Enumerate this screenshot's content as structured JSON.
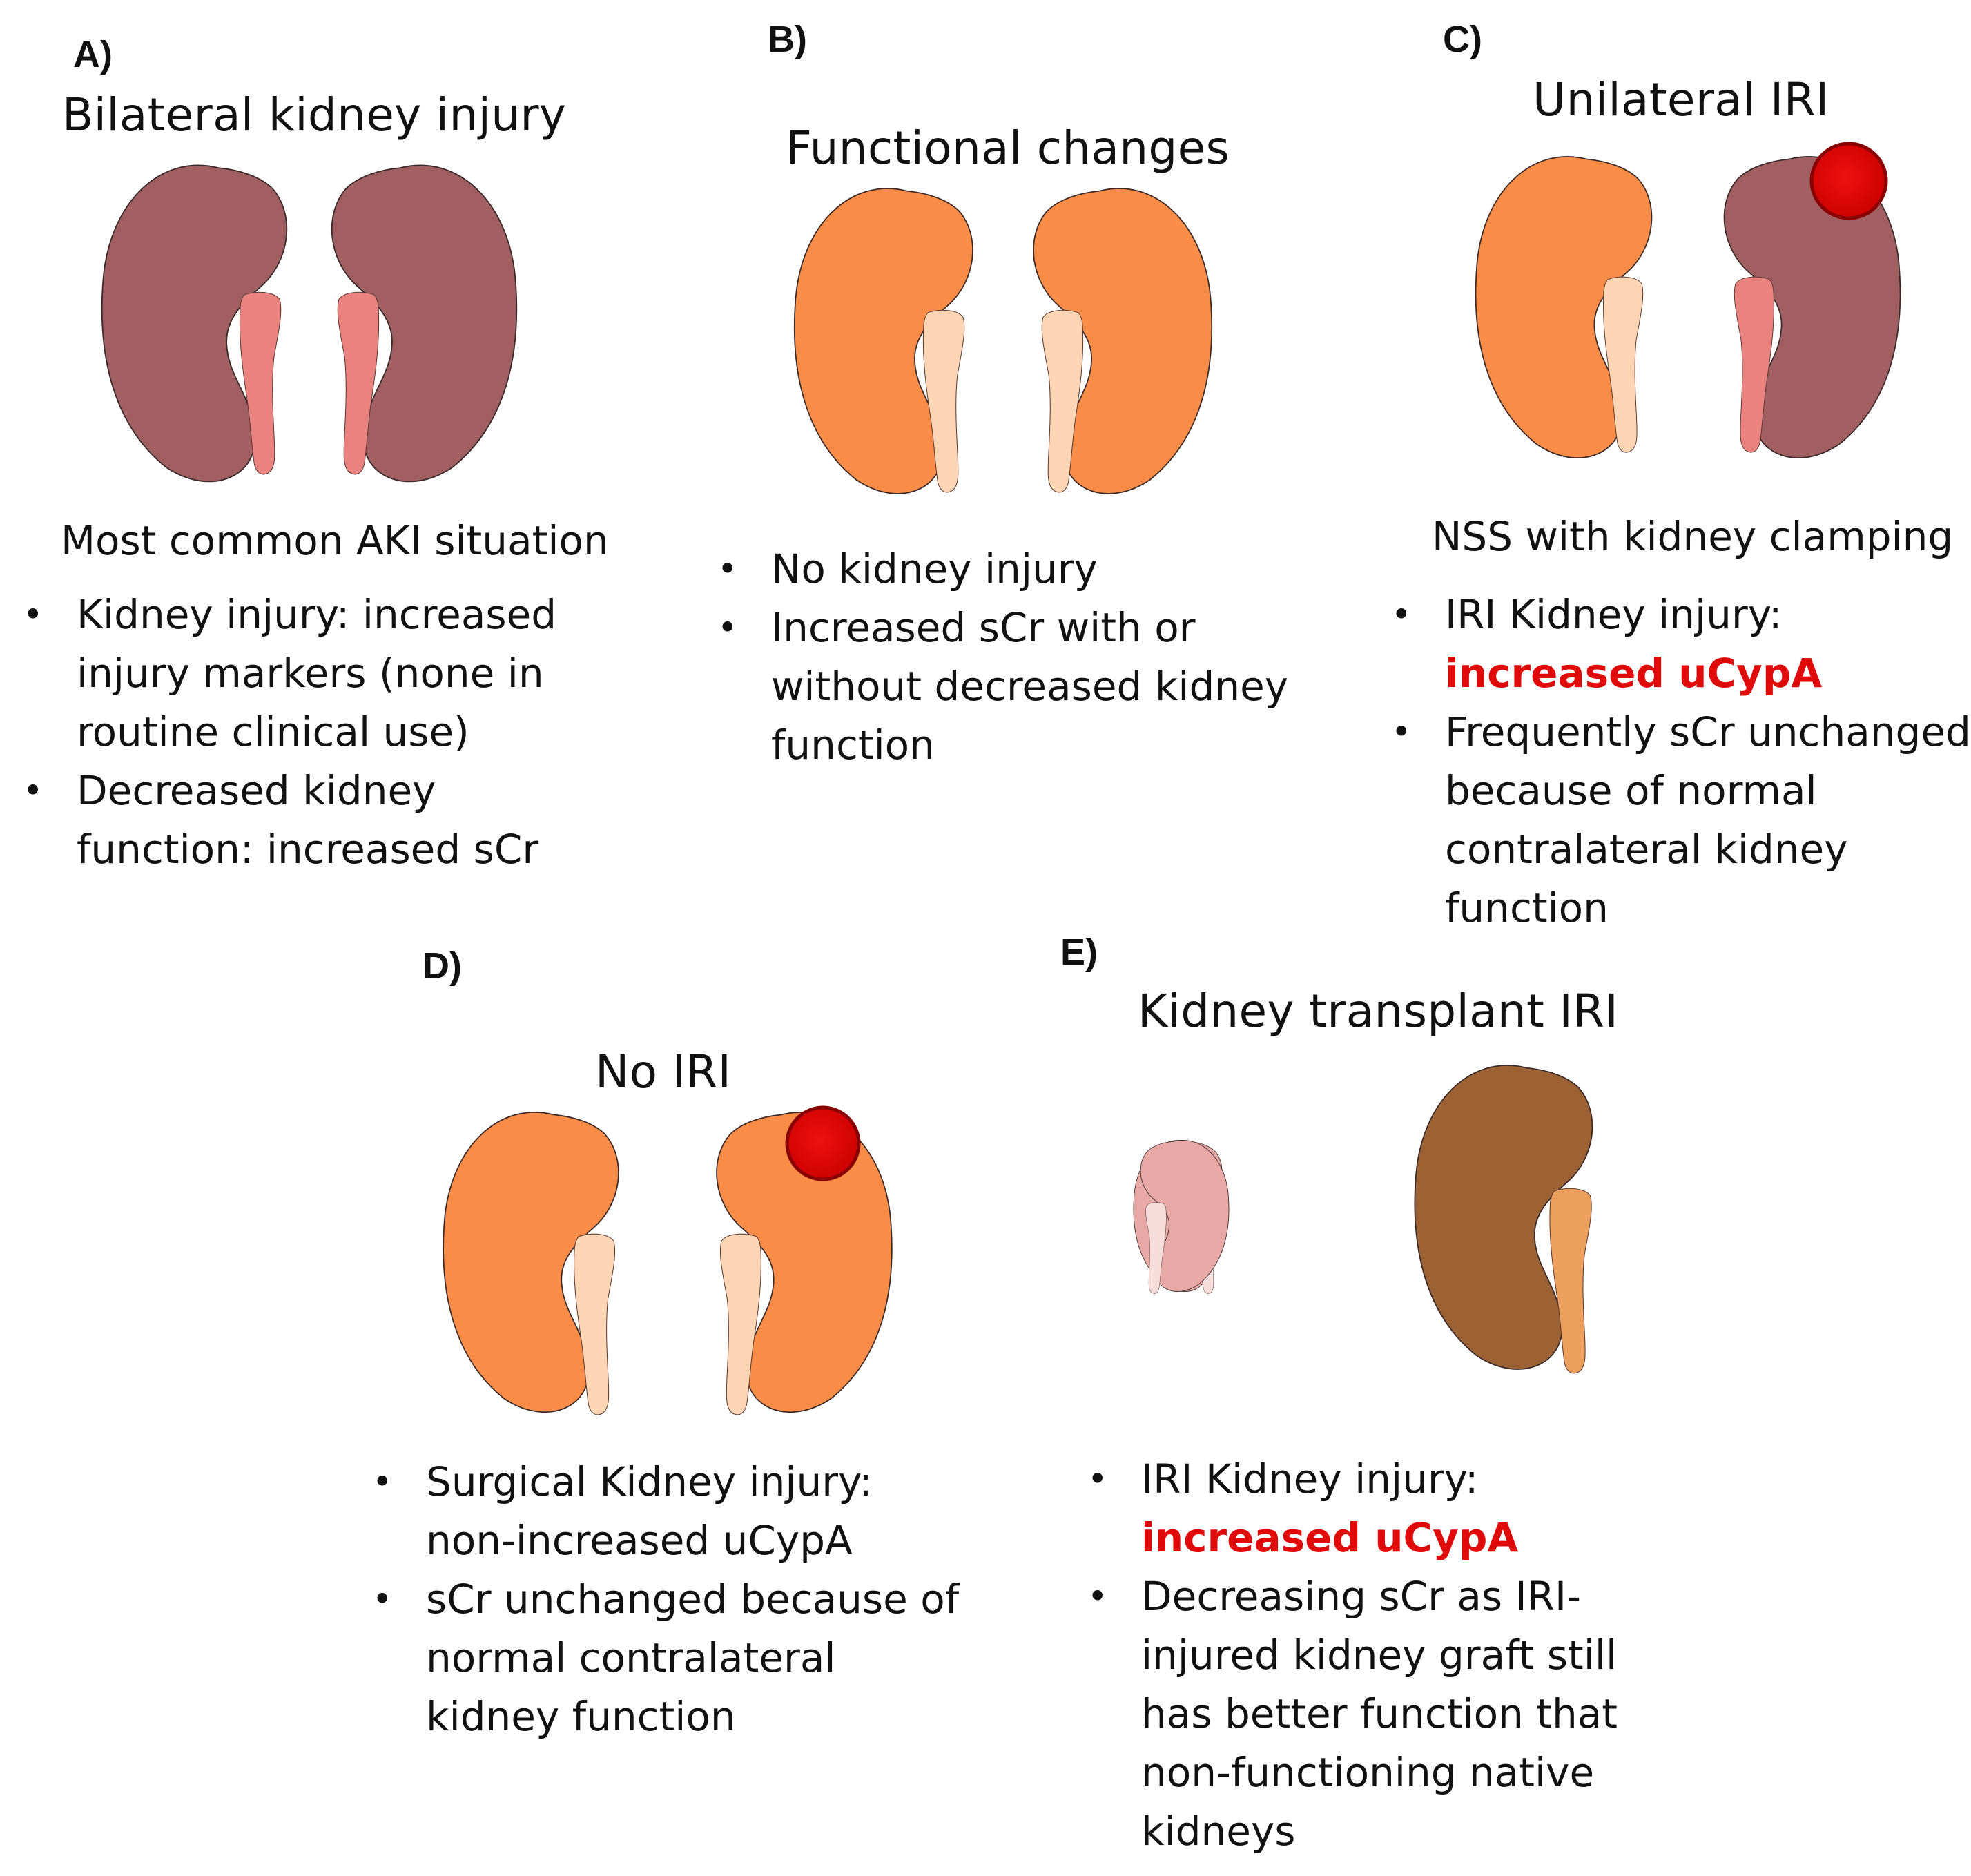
{
  "colors": {
    "injured_kidney": "#a15f61",
    "injured_ureter": "#ea8280",
    "normal_kidney": "#f98c46",
    "normal_ureter": "#fbd5b4",
    "tumor": "#dd0000",
    "native_kidney": "#e8a9a6",
    "native_ureter": "#f6dcda",
    "graft_kidney": "#9c6233",
    "graft_ureter": "#eda05e",
    "highlight_text": "#e00a0a"
  },
  "panels": {
    "a": {
      "label": "A)",
      "title": "Bilateral kidney injury",
      "subtitle": "Most common AKI situation",
      "bullets": [
        {
          "lines": [
            "Kidney injury: increased",
            "injury markers (none in",
            "routine clinical use)"
          ]
        },
        {
          "lines": [
            "Decreased kidney",
            "function: increased sCr"
          ]
        }
      ]
    },
    "b": {
      "label": "B)",
      "title": "Functional changes",
      "bullets": [
        {
          "lines": [
            "No kidney injury"
          ]
        },
        {
          "lines": [
            "Increased sCr with or",
            "without decreased kidney",
            "function"
          ]
        }
      ]
    },
    "c": {
      "label": "C)",
      "title": "Unilateral IRI",
      "subtitle": "NSS with kidney clamping",
      "bullets": [
        {
          "lines": [
            "IRI Kidney injury:"
          ],
          "highlight": "increased uCypA"
        },
        {
          "lines": [
            "Frequently sCr unchanged",
            "because of normal",
            "contralateral kidney",
            "function"
          ]
        }
      ]
    },
    "d": {
      "label": "D)",
      "title": "No IRI",
      "bullets": [
        {
          "lines": [
            "Surgical Kidney injury:",
            "non-increased uCypA"
          ]
        },
        {
          "lines": [
            "sCr unchanged because of",
            "normal contralateral",
            "kidney function"
          ]
        }
      ]
    },
    "e": {
      "label": "E)",
      "title": "Kidney transplant IRI",
      "bullets": [
        {
          "lines": [
            "IRI Kidney injury:"
          ],
          "highlight": "increased uCypA"
        },
        {
          "lines": [
            "Decreasing sCr as IRI-",
            "injured kidney graft still",
            "has better function that",
            "non-functioning native",
            "kidneys"
          ]
        }
      ]
    }
  }
}
